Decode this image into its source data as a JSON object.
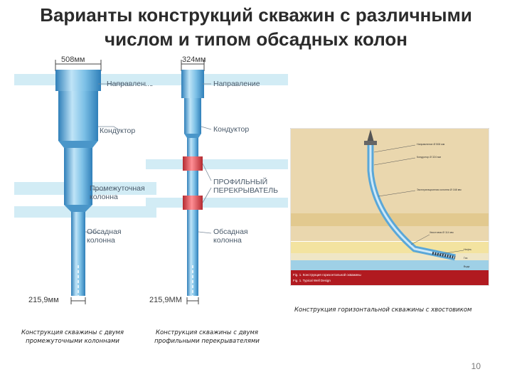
{
  "title_line1": "Варианты конструкций скважин с различными",
  "title_line2": "числом и типом обсадных колон",
  "well1": {
    "top_dim": "508мм",
    "bottom_dim": "215,9мм",
    "labels": {
      "napravlenie": "Направление",
      "konduktor": "Кондуктор",
      "promezhutochnaya_1": "Промежуточная",
      "promezhutochnaya_2": "колонна",
      "obsadnaya_1": "Обсадная",
      "obsadnaya_2": "колонна"
    },
    "caption_1": "Конструкция скважины с двумя",
    "caption_2": "промежуточными колоннами"
  },
  "well2": {
    "top_dim": "324мм",
    "bottom_dim": "215,9ММ",
    "labels": {
      "napravlenie": "Направление",
      "konduktor": "Кондуктор",
      "profilny_1": "ПРОФИЛЬНЫЙ",
      "profilny_2": "ПЕРЕКРЫВАТЕЛЬ",
      "obsadnaya_1": "Обсадная",
      "obsadnaya_2": "колонна"
    },
    "caption_1": "Конструкция скважины с двумя",
    "caption_2": "профильными перекрывателями"
  },
  "horizontal_well": {
    "caption": "Конструкция горизонтальной скважины с хвостовиком",
    "inset_labels": [
      "Направление Ø 508 мм",
      "Кондуктор Ø 324 мм",
      "Эксплуатационная колонна Ø 168 мм",
      "Хвостовик Ø 114 мм",
      "Нефть",
      "Газ",
      "Вода"
    ],
    "fig_caption_1": "Fig. 1. Конструкция горизонтальной скважины",
    "fig_caption_2": "Fig. 1. Typical Well Design"
  },
  "page_number": "10",
  "colors": {
    "pipe_light": "#bfe4f7",
    "pipe_mid": "#6fb7e2",
    "pipe_dark": "#2f7fb9",
    "layer_band": "#d2ecf5",
    "overlap_red": "#e0434a",
    "sand": "#e8d3a8",
    "oil": "#f3e3a0",
    "water": "#9fd0e6"
  }
}
